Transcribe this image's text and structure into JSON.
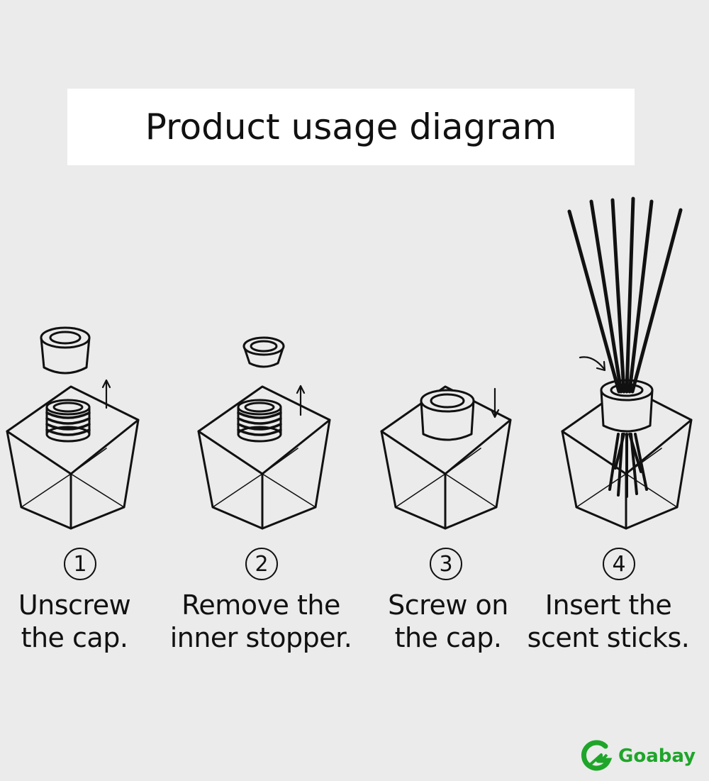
{
  "title": "Product usage diagram",
  "steps": [
    {
      "number": "1",
      "line1": "Unscrew",
      "line2": "the cap."
    },
    {
      "number": "2",
      "line1": "Remove the",
      "line2": "inner stopper."
    },
    {
      "number": "3",
      "line1": "Screw on",
      "line2": "the cap."
    },
    {
      "number": "4",
      "line1": "Insert the",
      "line2": "scent sticks."
    }
  ],
  "logo": {
    "text": "Goabay",
    "color": "#1fa52a"
  },
  "colors": {
    "background": "#ebebeb",
    "line": "#111111",
    "title_box": "#ffffff"
  }
}
